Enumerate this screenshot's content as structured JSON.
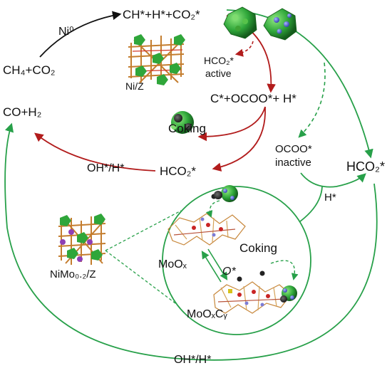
{
  "species": {
    "ch_h_co2": "CH*+H*+CO₂*",
    "ni0": "Ni⁰",
    "ch4_co2": "CH₄+CO₂",
    "hco2_active_1": "HCO₂*",
    "hco2_active_2": "active",
    "ni_z": "Ni/Z",
    "c_ocoo_h": "C*+OCOO*+ H*",
    "co_h2": "CO+H₂",
    "coking_top": "Coking",
    "ocoo_inactive_1": "OCOO*",
    "ocoo_inactive_2": "inactive",
    "hco2_right": "HCO₂*",
    "oh_h_left": "OH*/H*",
    "hco2_mid": "HCO₂*",
    "h_star": "H*",
    "nimo": "NiMo₀.₂/Z",
    "coking_inner": "Coking",
    "moox": "MoOₓ",
    "o_star": "O*",
    "mooxcy": "MoOₓCᵧ",
    "oh_h_bottom": "OH*/H*"
  },
  "colors": {
    "red_path": "#b21c1c",
    "green_path": "#27a049",
    "black_path": "#111111"
  }
}
